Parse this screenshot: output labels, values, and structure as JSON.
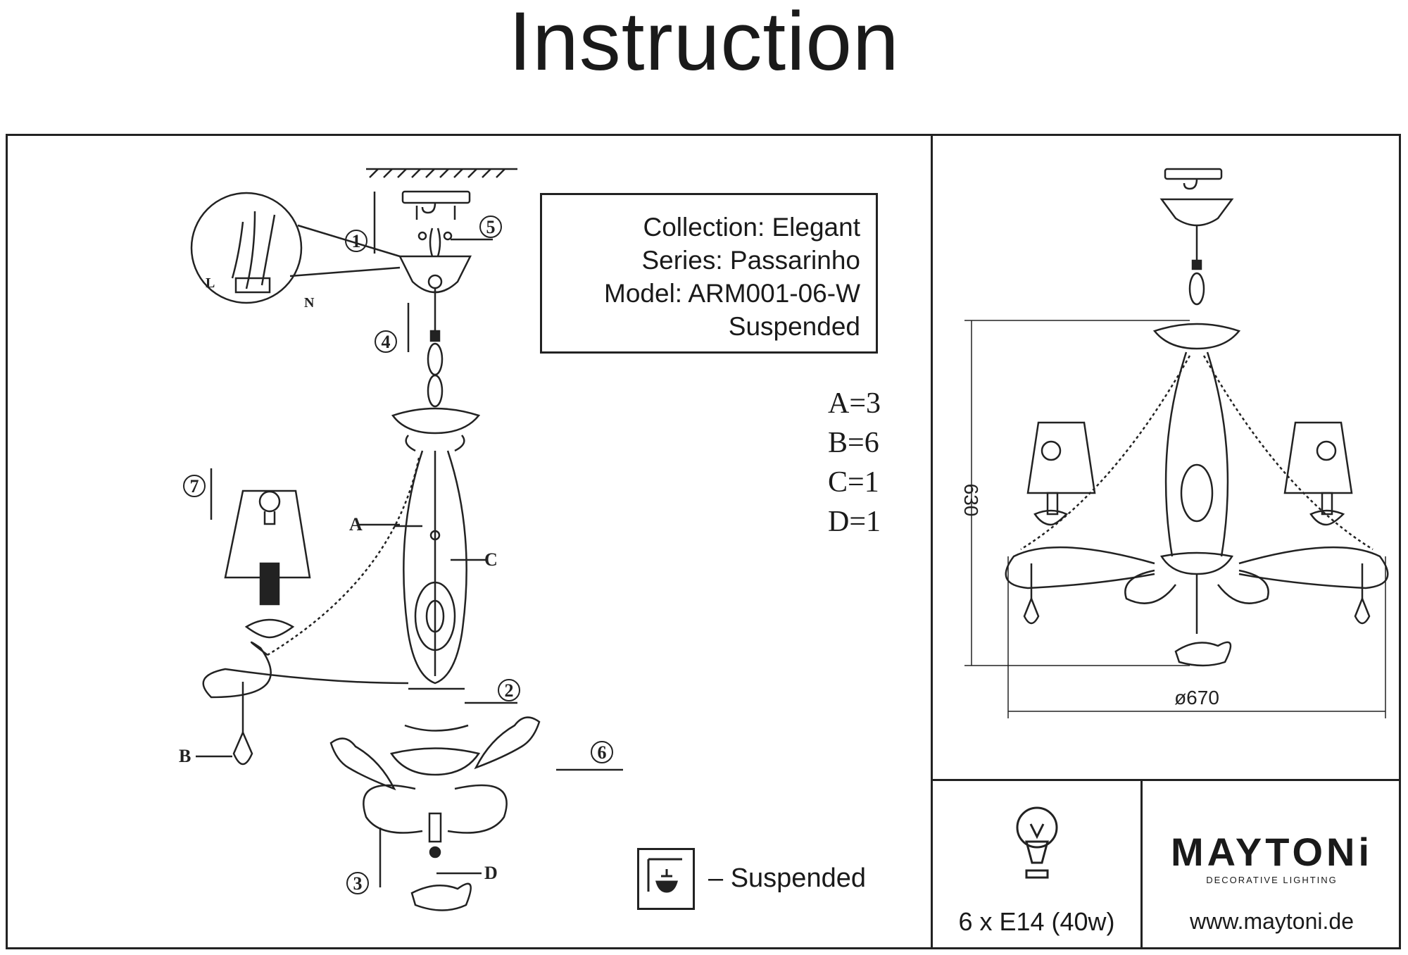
{
  "header": {
    "title": "Instruction"
  },
  "info": {
    "collection": "Collection: Elegant",
    "series": "Series: Passarinho",
    "model": "Model: ARM001-06-W",
    "mount": "Suspended"
  },
  "parts": {
    "a": "A=3",
    "b": "B=6",
    "c": "C=1",
    "d": "D=1"
  },
  "diagram_labels": {
    "step1": "1",
    "step2": "2",
    "step3": "3",
    "step4": "4",
    "step5": "5",
    "step6": "6",
    "step7": "7",
    "label_a": "A",
    "label_b": "B",
    "label_c": "C",
    "label_d": "D",
    "wire_l": "L",
    "wire_n": "N"
  },
  "dimensions": {
    "height": "630",
    "diameter": "ø670"
  },
  "legend": {
    "suspended": "– Suspended"
  },
  "bulb": {
    "spec": "6 x E14 (40w)"
  },
  "brand": {
    "name": "MAYTONi",
    "tagline": "DECORATIVE LIGHTING",
    "website": "www.maytoni.de"
  },
  "colors": {
    "line": "#222222",
    "background": "#ffffff"
  },
  "icons": [
    "bulb-icon",
    "suspended-mount-icon",
    "chandelier-drawing",
    "wiring-detail-icon"
  ]
}
